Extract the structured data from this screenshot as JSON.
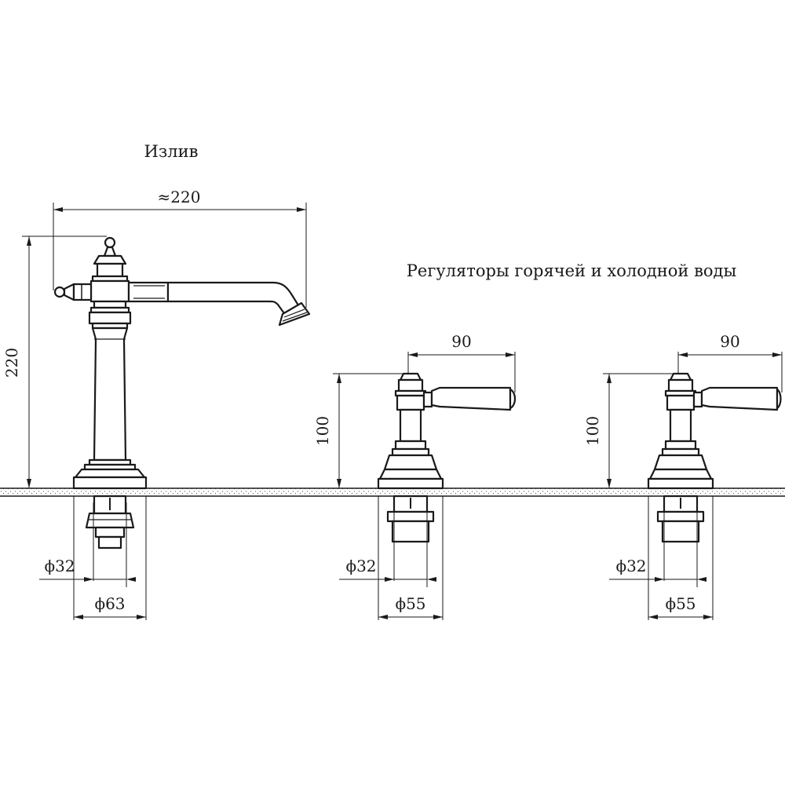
{
  "titles": {
    "spout": "Излив",
    "valves": "Регуляторы горячей и холодной воды"
  },
  "spout": {
    "width_label": "≈220",
    "height_label": "220",
    "inner_diameter_label": "ϕ32",
    "outer_diameter_label": "ϕ63"
  },
  "valve_left": {
    "width_label": "90",
    "height_label": "100",
    "inner_diameter_label": "ϕ32",
    "outer_diameter_label": "ϕ55"
  },
  "valve_right": {
    "width_label": "90",
    "height_label": "100",
    "inner_diameter_label": "ϕ32",
    "outer_diameter_label": "ϕ55"
  }
}
